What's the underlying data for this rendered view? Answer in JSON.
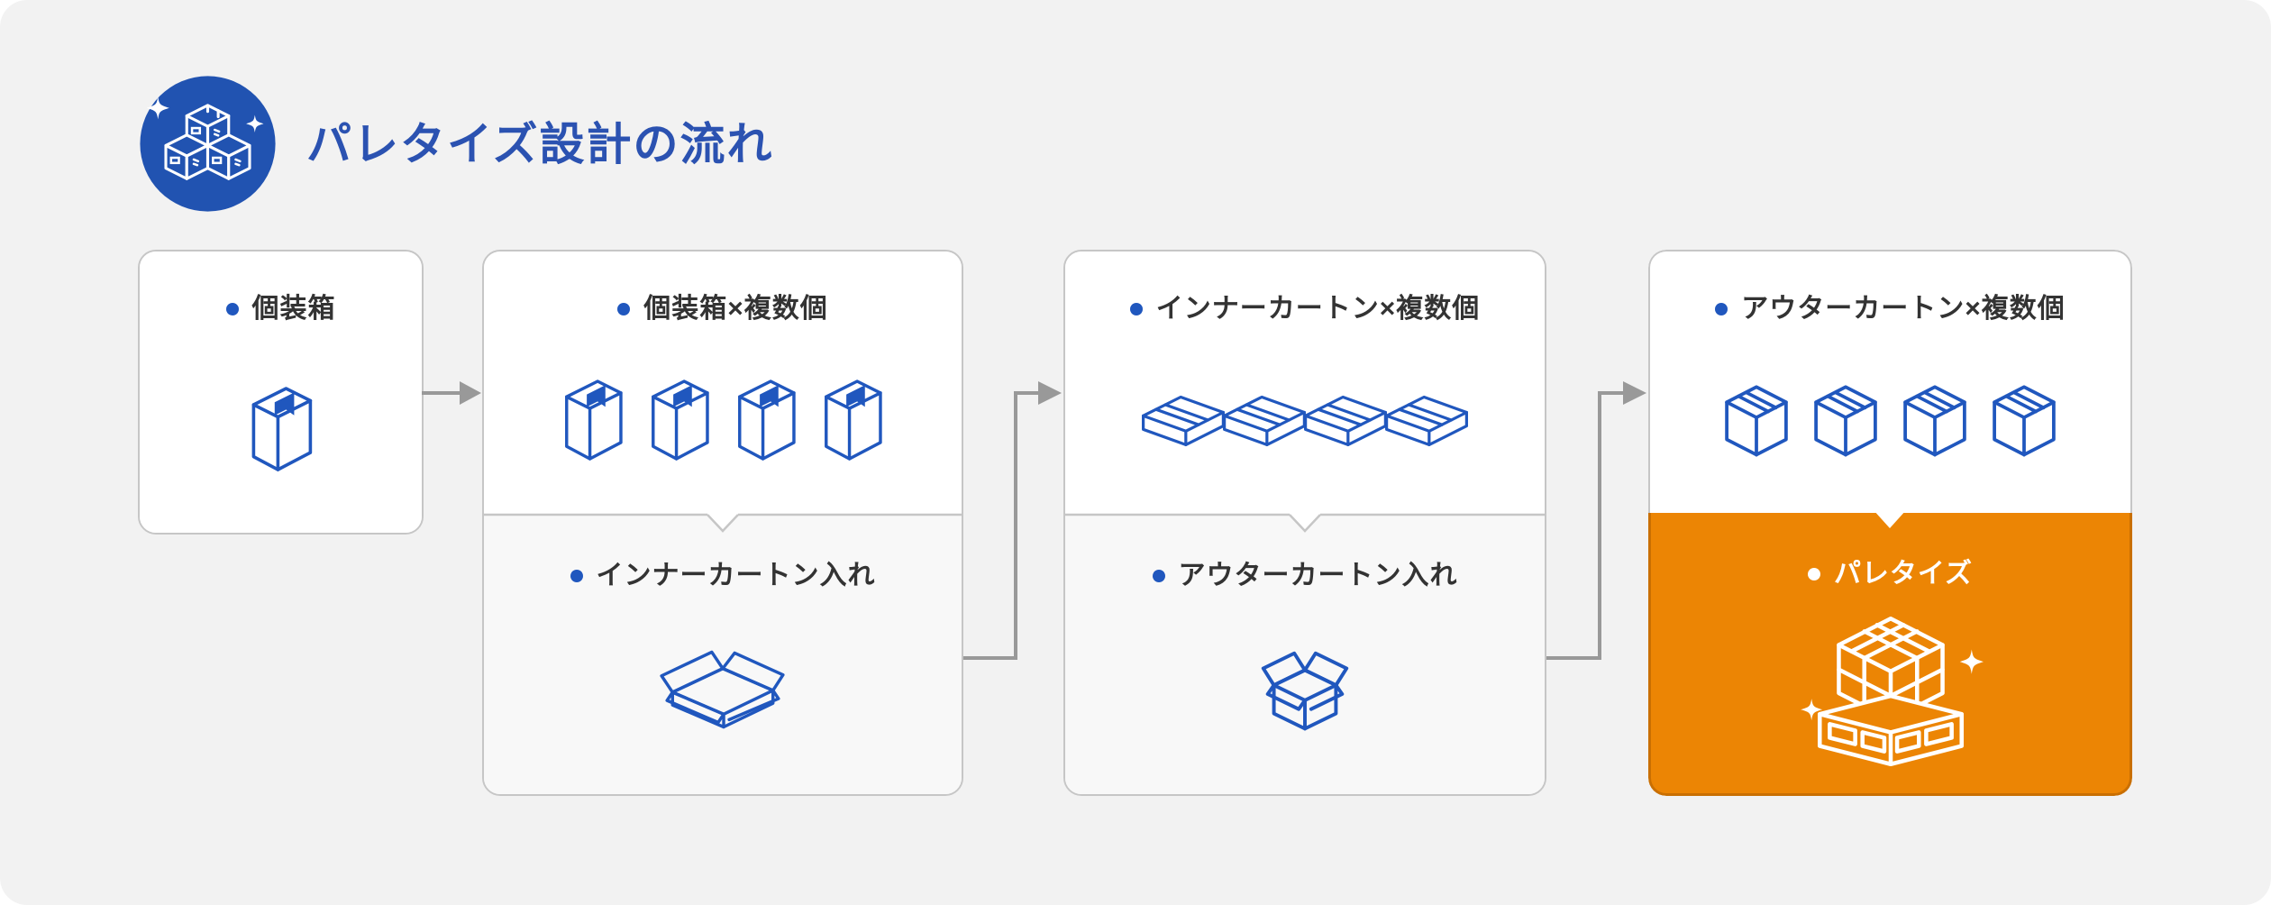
{
  "header": {
    "title": "パレタイズ設計の流れ",
    "icon": "stacked-boxes-badge-icon"
  },
  "colors": {
    "panel_background": "#F2F2F2",
    "card_background": "#FFFFFF",
    "card_sub_background": "#F8F8F8",
    "card_border": "#C6C6C6",
    "accent_blue": "#2057BE",
    "title_blue": "#2B52B1",
    "badge_blue": "#2153B1",
    "highlight_orange": "#EC8504",
    "highlight_orange_border": "#C96F02",
    "arrow_gray": "#999999",
    "text_dark": "#333333",
    "highlight_text": "#FFFFFF"
  },
  "steps": [
    {
      "sections": [
        {
          "label": "個装箱",
          "icon": "single-packing-box-icon",
          "highlight": false
        }
      ]
    },
    {
      "sections": [
        {
          "label": "個装箱×複数個",
          "icon": "packing-boxes-x4-icon",
          "highlight": false
        },
        {
          "label": "インナーカートン入れ",
          "icon": "open-inner-carton-icon",
          "highlight": false
        }
      ]
    },
    {
      "sections": [
        {
          "label": "インナーカートン×複数個",
          "icon": "inner-cartons-x4-icon",
          "highlight": false
        },
        {
          "label": "アウターカートン入れ",
          "icon": "open-outer-carton-icon",
          "highlight": false
        }
      ]
    },
    {
      "sections": [
        {
          "label": "アウターカートン×複数個",
          "icon": "outer-cartons-x4-icon",
          "highlight": false
        },
        {
          "label": "パレタイズ",
          "icon": "palletized-stack-icon",
          "highlight": true
        }
      ]
    }
  ],
  "connectors": [
    {
      "from": "step-1",
      "to": "step-2",
      "type": "straight-right-arrow"
    },
    {
      "from": "step-2-bottom",
      "to": "step-3-top",
      "type": "elbow-up-right-arrow"
    },
    {
      "from": "step-3-bottom",
      "to": "step-4-top",
      "type": "elbow-up-right-arrow"
    }
  ]
}
